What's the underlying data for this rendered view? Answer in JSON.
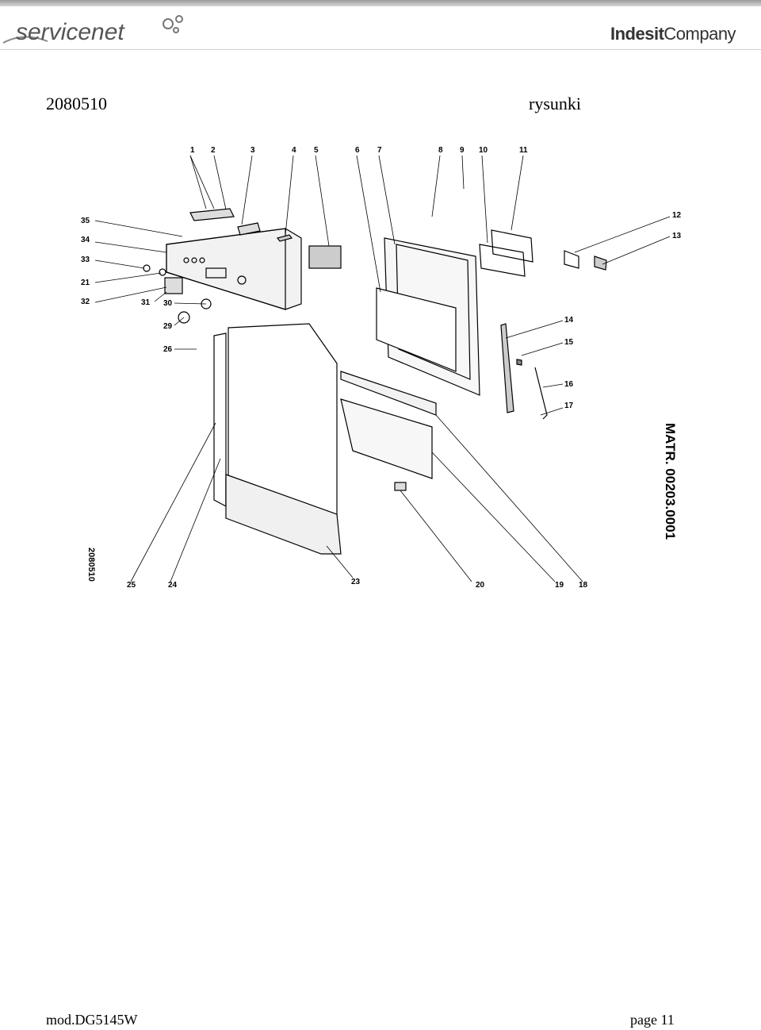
{
  "header": {
    "brand_left": "servicenet",
    "brand_right_bold": "Indesit",
    "brand_right_light": "Company"
  },
  "doc": {
    "id": "2080510",
    "section": "rysunki"
  },
  "drawing": {
    "matr_label": "MATR. 00203.0001",
    "drawing_number": "2080510",
    "callouts": [
      "1",
      "2",
      "3",
      "4",
      "5",
      "6",
      "7",
      "8",
      "9",
      "10",
      "11",
      "12",
      "13",
      "14",
      "15",
      "16",
      "17",
      "18",
      "19",
      "20",
      "21",
      "23",
      "24",
      "25",
      "26",
      "29",
      "30",
      "31",
      "32",
      "33",
      "34",
      "35"
    ]
  },
  "footer": {
    "model": "mod.DG5145W",
    "page": "page 11"
  }
}
